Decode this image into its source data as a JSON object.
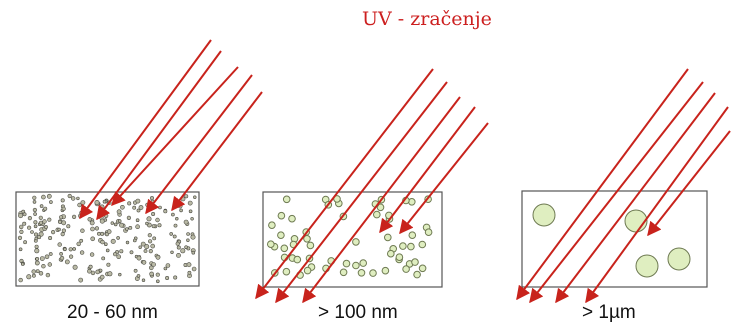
{
  "title": "UV - zračenje",
  "colors": {
    "ray": "#c8231c",
    "particle_fill": "#dfeec0",
    "particle_stroke": "#6e7a52",
    "fine_particle_fill": "#b9b9a5",
    "fine_particle_stroke": "#4c4c44",
    "box_stroke": "#555555",
    "title": "#cc1f1f"
  },
  "panels": [
    {
      "label": "20 - 60 nm",
      "particle_type": "very-fine-dense"
    },
    {
      "label": "> 100 nm",
      "particle_type": "small-circles"
    },
    {
      "label": "> 1µm",
      "particle_type": "large-circles"
    }
  ]
}
